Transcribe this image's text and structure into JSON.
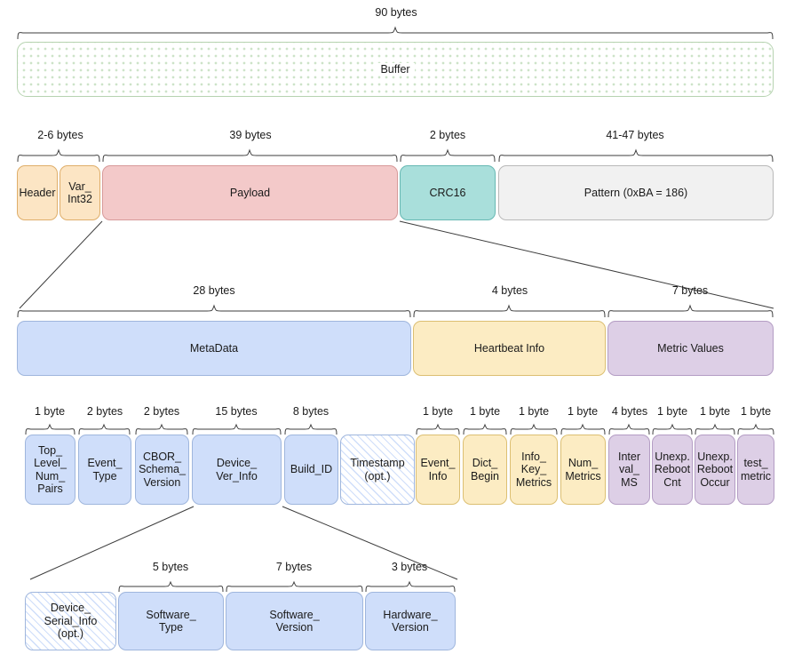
{
  "diagram": {
    "title": "Buffer byte layout breakdown",
    "colors": {
      "buffer_fill": "#cde3c8",
      "metadata_blue": "#cfdefa",
      "header_orange": "#fce5c4",
      "payload_pink": "#f3c9c9",
      "crc_teal": "#a9dfdb",
      "pattern_gray": "#f1f1f1",
      "heartbeat_yellow": "#fcecc3",
      "metric_purple": "#ddcfe6"
    }
  },
  "rows": {
    "buffer": {
      "sizes": [
        {
          "label": "90 bytes"
        }
      ],
      "boxes": [
        {
          "label": "Buffer"
        }
      ]
    },
    "packet": {
      "sizes": [
        {
          "label": "2-6 bytes"
        },
        {
          "label": "39 bytes"
        },
        {
          "label": "2 bytes"
        },
        {
          "label": "41-47 bytes"
        }
      ],
      "boxes": [
        {
          "label": "Header"
        },
        {
          "label": "Var_\nInt32"
        },
        {
          "label": "Payload"
        },
        {
          "label": "CRC16"
        },
        {
          "label": "Pattern (0xBA = 186)"
        }
      ]
    },
    "payload": {
      "sizes": [
        {
          "label": "28 bytes"
        },
        {
          "label": "4 bytes"
        },
        {
          "label": "7 bytes"
        }
      ],
      "boxes": [
        {
          "label": "MetaData"
        },
        {
          "label": "Heartbeat Info"
        },
        {
          "label": "Metric Values"
        }
      ]
    },
    "fields": {
      "sizes": [
        {
          "label": "1 byte"
        },
        {
          "label": "2 bytes"
        },
        {
          "label": "2 bytes"
        },
        {
          "label": "15 bytes"
        },
        {
          "label": "8 bytes"
        },
        {
          "label": "1 byte"
        },
        {
          "label": "1 byte"
        },
        {
          "label": "1 byte"
        },
        {
          "label": "1 byte"
        },
        {
          "label": "4 bytes"
        },
        {
          "label": "1 byte"
        },
        {
          "label": "1 byte"
        },
        {
          "label": "1 byte"
        }
      ],
      "boxes": [
        {
          "label": "Top_\nLevel_\nNum_\nPairs"
        },
        {
          "label": "Event_\nType"
        },
        {
          "label": "CBOR_\nSchema_\nVersion"
        },
        {
          "label": "Device_\nVer_Info"
        },
        {
          "label": "Build_ID"
        },
        {
          "label": "Timestamp\n(opt.)"
        },
        {
          "label": "Event_\nInfo"
        },
        {
          "label": "Dict_\nBegin"
        },
        {
          "label": "Info_\nKey_\nMetrics"
        },
        {
          "label": "Num_\nMetrics"
        },
        {
          "label": "Inter\nval_\nMS"
        },
        {
          "label": "Unexp.\nReboot\nCnt"
        },
        {
          "label": "Unexp.\nReboot\nOccur"
        },
        {
          "label": "test_\nmetric"
        }
      ]
    },
    "device_version": {
      "sizes": [
        {
          "label": "5 bytes"
        },
        {
          "label": "7 bytes"
        },
        {
          "label": "3 bytes"
        }
      ],
      "boxes": [
        {
          "label": "Device_\nSerial_Info\n(opt.)"
        },
        {
          "label": "Software_\nType"
        },
        {
          "label": "Software_\nVersion"
        },
        {
          "label": "Hardware_\nVersion"
        }
      ]
    }
  }
}
